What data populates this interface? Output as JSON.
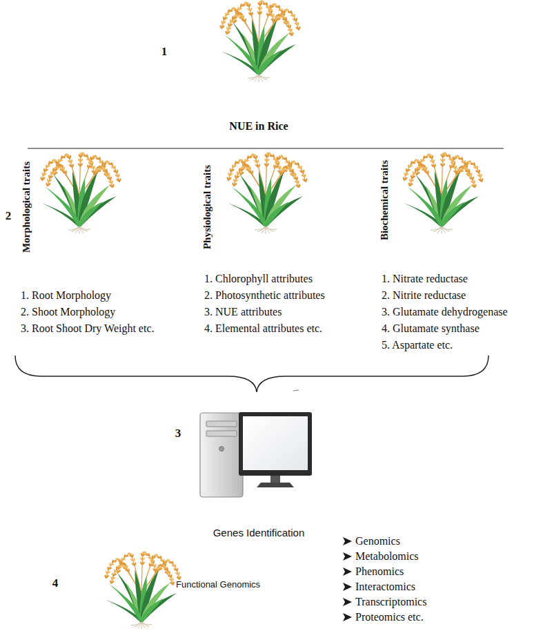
{
  "diagram": {
    "labels": [
      "1",
      "NUE in Rice",
      "2",
      "Morphological traits",
      "Physiological traits",
      "Biochemical traits",
      "1. Root Morphology",
      "2. Shoot Morphology",
      "3. Root Shoot Dry Weight etc.",
      "1. Chlorophyll attributes",
      "2. Photosynthetic attributes",
      "3. NUE attributes",
      "4. Elemental attributes etc.",
      "1. Nitrate reductase",
      "2. Nitrite reductase",
      "3. Glutamate dehydrogenase",
      "4. Glutamate synthase",
      "5. Aspartate etc.",
      "3",
      "Genes Identification",
      "4",
      "Functional Genomics",
      "Genomics",
      "Metabolomics",
      "Phenomics",
      "Interactomics",
      "Transcriptomics",
      "Proteomics etc."
    ]
  }
}
